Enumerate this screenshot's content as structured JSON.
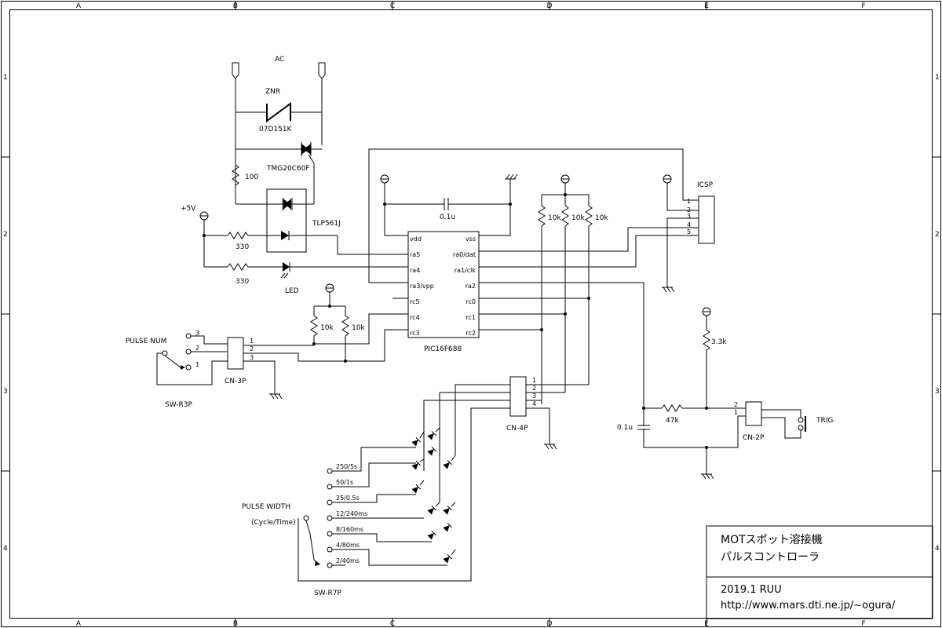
{
  "border": {
    "columns": [
      "A",
      "B",
      "C",
      "D",
      "E",
      "F"
    ],
    "rows": [
      "1",
      "2",
      "3",
      "4"
    ]
  },
  "components": {
    "ac_label": "AC",
    "znr": {
      "name": "ZNR",
      "part": "07D151K"
    },
    "triac": "TMG20C60F",
    "resistor_100": "100",
    "optocoupler": "TLP561J",
    "supply_label": "+5V",
    "res_330_a": "330",
    "res_330_b": "330",
    "led": "LED",
    "cap_vdd": "0.1u",
    "pullups_top": [
      "10k",
      "10k",
      "10k"
    ],
    "pullups_sw": [
      "10k",
      "10k"
    ],
    "icsp": {
      "name": "ICSP",
      "pins": [
        "1",
        "2",
        "3",
        "4",
        "5"
      ]
    },
    "mcu": {
      "name": "PIC16F688",
      "left_pins": [
        "vdd",
        "ra5",
        "ra4",
        "ra3/vpp",
        "rc5",
        "rc4",
        "rc3"
      ],
      "right_pins": [
        "vss",
        "ra0/dat",
        "ra1/clk",
        "ra2",
        "rc0",
        "rc1",
        "rc2"
      ]
    },
    "pulse_num": {
      "label": "PULSE NUM",
      "positions": [
        "3",
        "2",
        "1"
      ],
      "switch": "SW-R3P"
    },
    "cn3p": {
      "name": "CN-3P",
      "pins": [
        "1",
        "2",
        "3"
      ]
    },
    "cn4p": {
      "name": "CN-4P",
      "pins": [
        "1",
        "2",
        "3",
        "4"
      ]
    },
    "pulse_width": {
      "label": "PULSE WIDTH",
      "sub": "(Cycle/Time)",
      "switch": "SW-R7P",
      "positions": [
        "250/5s",
        "50/1s",
        "25/0.5s",
        "12/240ms",
        "8/160ms",
        "4/80ms",
        "2/40ms"
      ]
    },
    "trig": {
      "r_pullup": "3.3k",
      "r_series": "47k",
      "cap": "0.1u",
      "connector": "CN-2P",
      "pins": [
        "2",
        "1"
      ],
      "label": "TRIG."
    }
  },
  "title_block": {
    "title_line1": "MOTスポット溶接機",
    "title_line2": "パルスコントローラ",
    "date_author": "2019.1 RUU",
    "url": "http://www.mars.dti.ne.jp/~ogura/"
  }
}
